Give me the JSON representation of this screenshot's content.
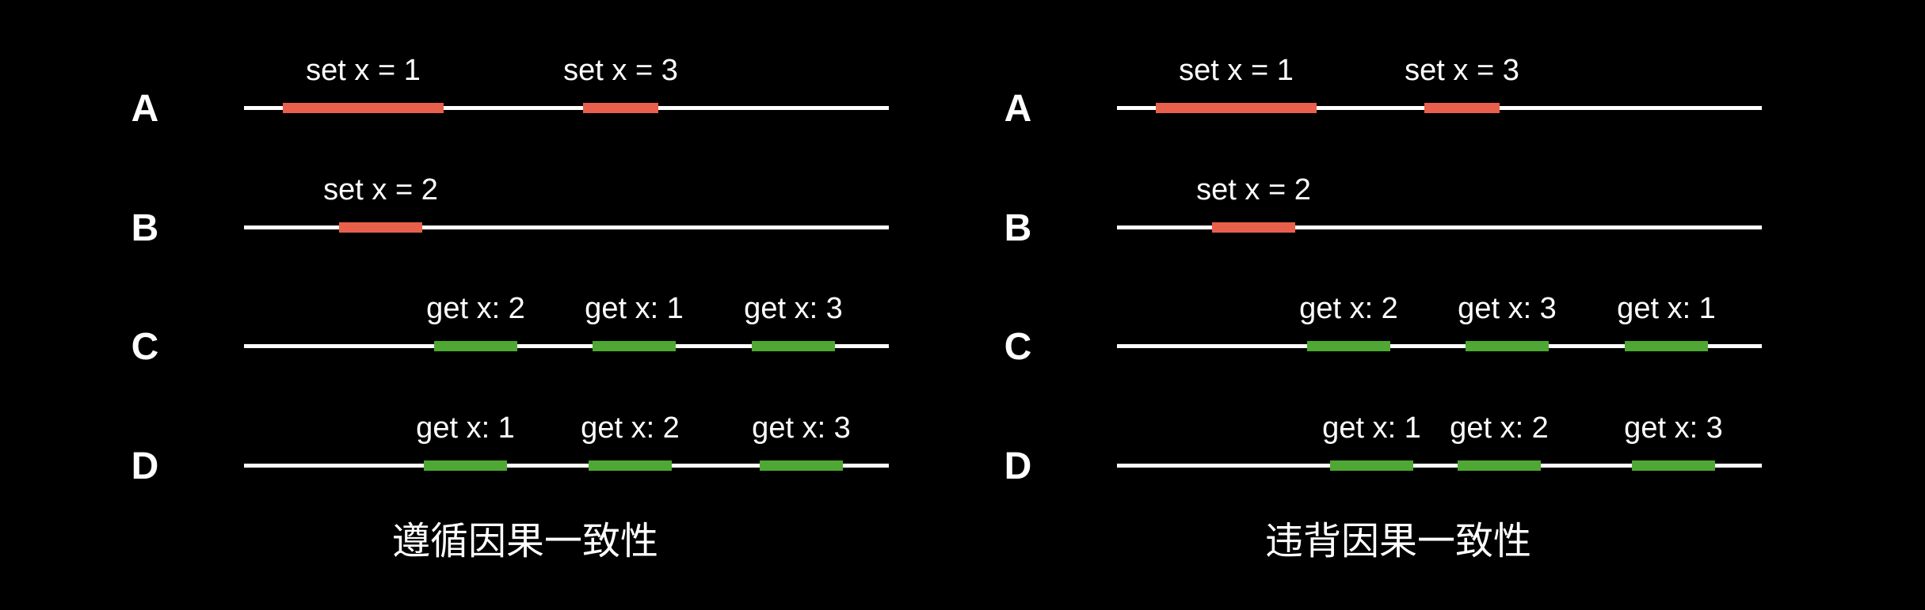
{
  "panels": [
    {
      "caption": "遵循因果一致性",
      "rows": [
        {
          "label": "A",
          "ops": [
            {
              "kind": "set",
              "text": "set x = 1"
            },
            {
              "kind": "set",
              "text": "set x = 3"
            }
          ]
        },
        {
          "label": "B",
          "ops": [
            {
              "kind": "set",
              "text": "set x = 2"
            }
          ]
        },
        {
          "label": "C",
          "ops": [
            {
              "kind": "get",
              "text": "get x: 2"
            },
            {
              "kind": "get",
              "text": "get x: 1"
            },
            {
              "kind": "get",
              "text": "get x: 3"
            }
          ]
        },
        {
          "label": "D",
          "ops": [
            {
              "kind": "get",
              "text": "get x: 1"
            },
            {
              "kind": "get",
              "text": "get x: 2"
            },
            {
              "kind": "get",
              "text": "get x: 3"
            }
          ]
        }
      ]
    },
    {
      "caption": "违背因果一致性",
      "rows": [
        {
          "label": "A",
          "ops": [
            {
              "kind": "set",
              "text": "set x = 1"
            },
            {
              "kind": "set",
              "text": "set x = 3"
            }
          ]
        },
        {
          "label": "B",
          "ops": [
            {
              "kind": "set",
              "text": "set x = 2"
            }
          ]
        },
        {
          "label": "C",
          "ops": [
            {
              "kind": "get",
              "text": "get x: 2"
            },
            {
              "kind": "get",
              "text": "get x: 3"
            },
            {
              "kind": "get",
              "text": "get x: 1"
            }
          ]
        },
        {
          "label": "D",
          "ops": [
            {
              "kind": "get",
              "text": "get x: 1"
            },
            {
              "kind": "get",
              "text": "get x: 2"
            },
            {
              "kind": "get",
              "text": "get x: 3"
            }
          ]
        }
      ]
    }
  ],
  "colors": {
    "background": "#000000",
    "timeline": "#ffffff",
    "set_op": "#e8604c",
    "get_op": "#4ea833",
    "text": "#ffffff"
  }
}
